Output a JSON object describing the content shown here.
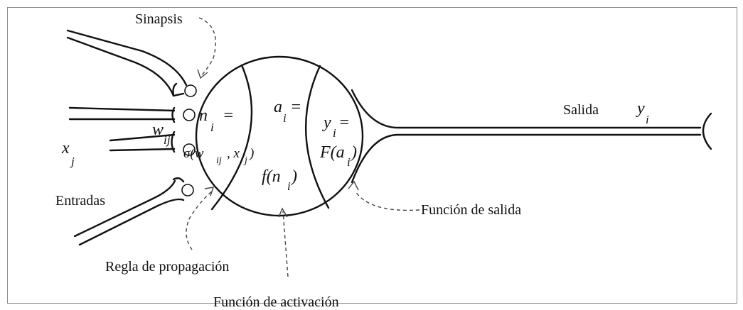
{
  "labels": {
    "synapse": "Sinapsis",
    "inputs": "Entradas",
    "propagation_rule": "Regla de propagación",
    "activation_function": "Función de activación",
    "output_function": "Función de salida",
    "output": "Salida"
  },
  "math": {
    "x": "x",
    "x_sub": "j",
    "w": "w",
    "w_sub": "ij",
    "n": "n",
    "n_sub": "i",
    "n_eq": "=",
    "sigma": "σ(w",
    "sigma_sub1": "ij",
    "sigma_mid": ", x",
    "sigma_sub2": "j",
    "sigma_end": ")",
    "a": "a",
    "a_sub": "i",
    "a_eq": "=",
    "f": "f(n",
    "f_sub": "i",
    "f_end": ")",
    "y": "y",
    "y_sub": "i",
    "y_eq": "=",
    "F": "F(a",
    "F_sub": "i",
    "F_end": ")",
    "out_y": "y",
    "out_y_sub": "i"
  }
}
